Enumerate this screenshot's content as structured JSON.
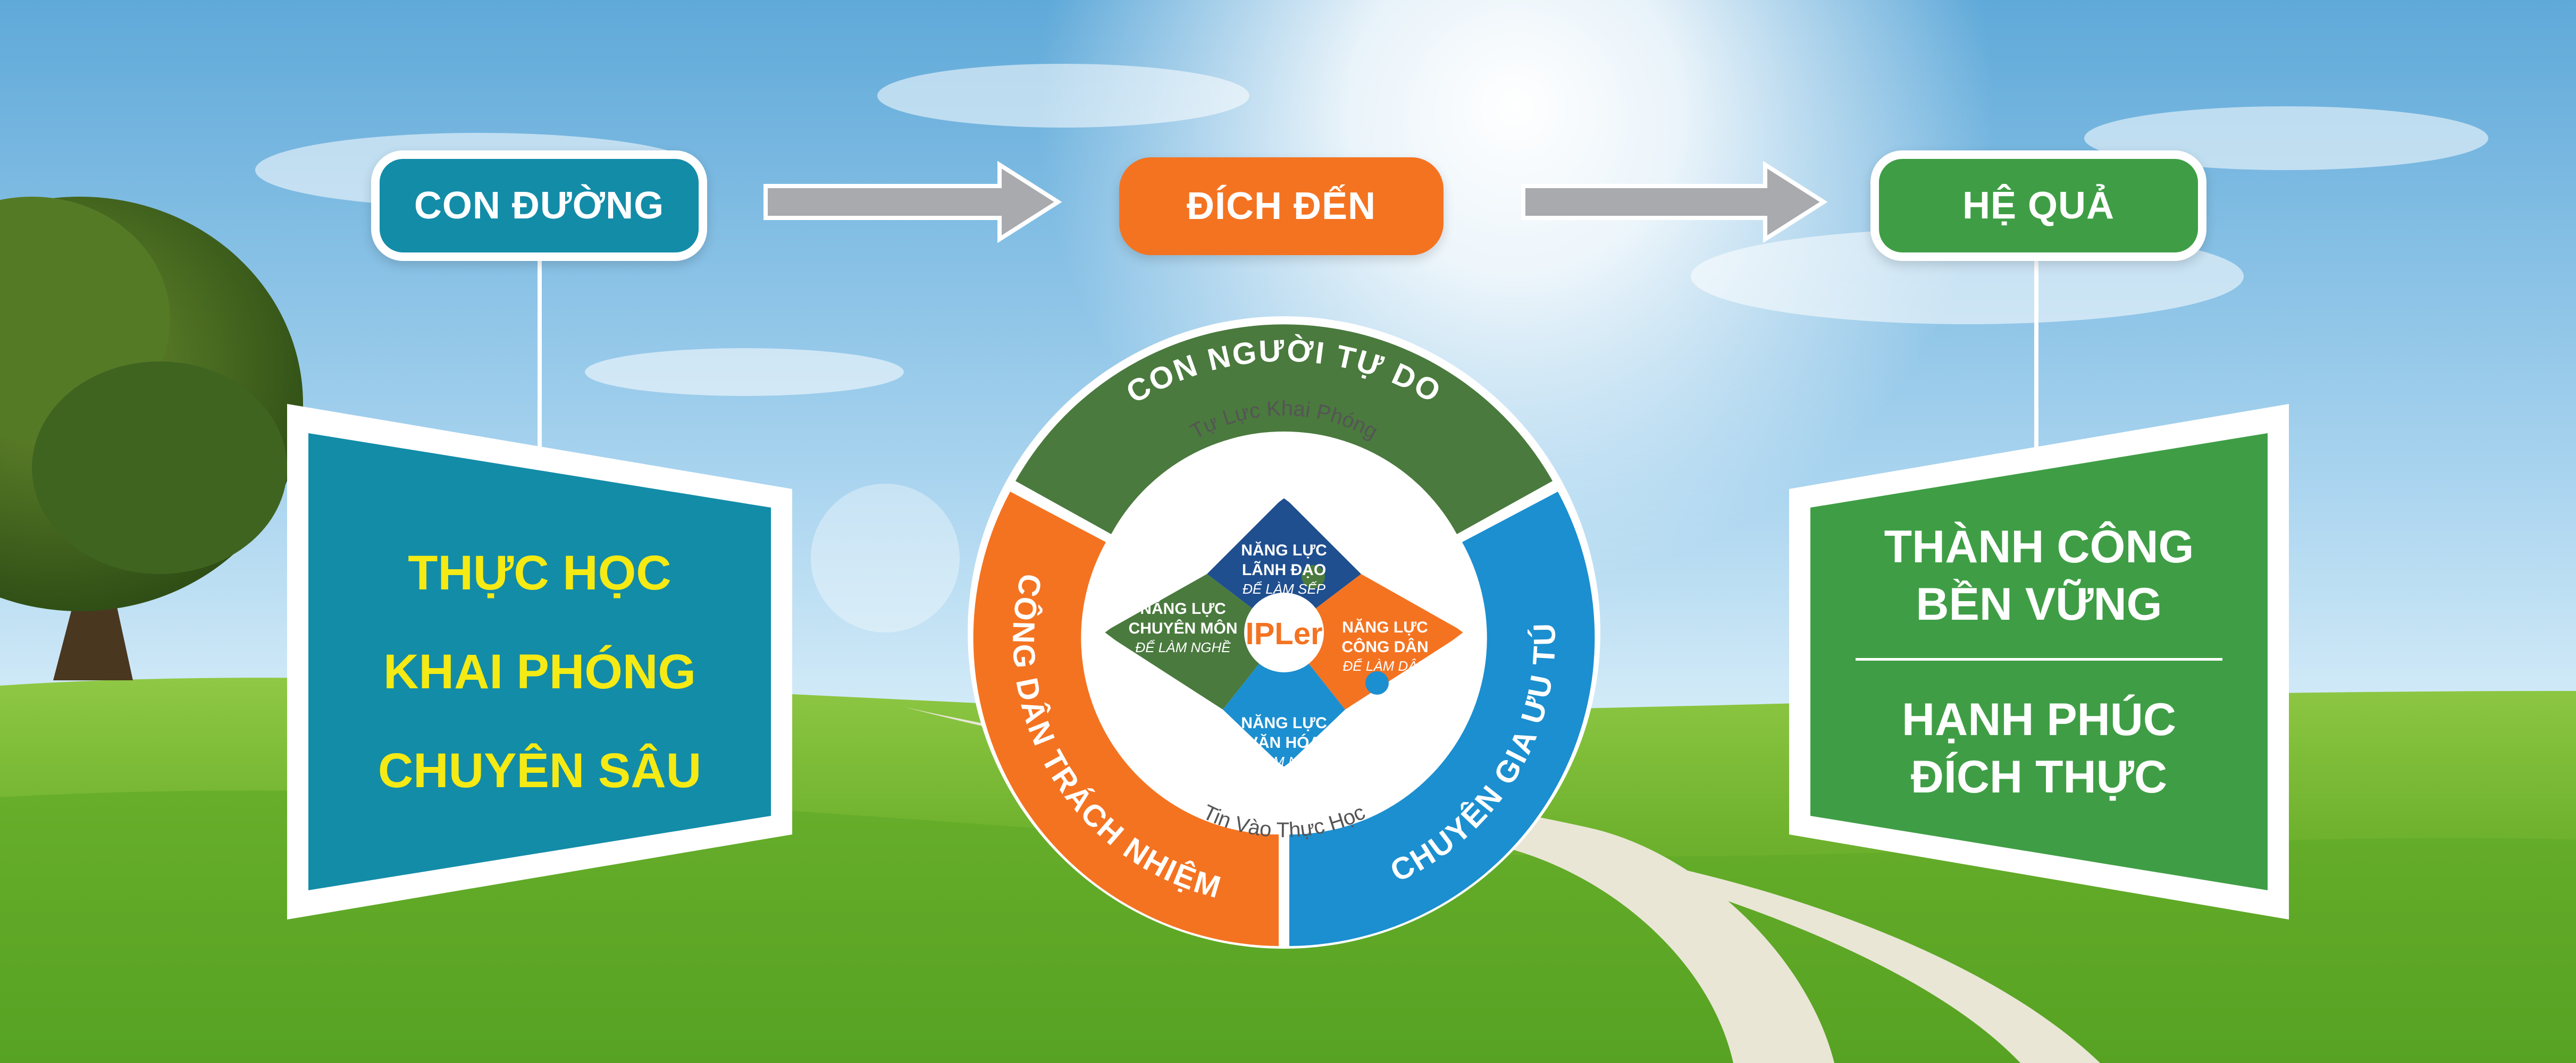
{
  "colors": {
    "teal": "#138ca8",
    "orange": "#f47321",
    "green": "#3f9e45",
    "dark_green": "#4a7a3e",
    "blue": "#1b8fd0",
    "navy": "#1f4f8f",
    "yellow": "#f5ea14",
    "gray_arrow": "#a8aaad"
  },
  "headers": {
    "path": "CON ĐƯỜNG",
    "destination": "ĐÍCH ĐẾN",
    "consequence": "HỆ QUẢ"
  },
  "left_panel": {
    "lines": [
      "THỰC HỌC",
      "KHAI PHÓNG",
      "CHUYÊN SÂU"
    ]
  },
  "right_panel": {
    "top_lines": [
      "THÀNH CÔNG",
      "BỀN VỮNG"
    ],
    "bottom_lines": [
      "HẠNH PHÚC",
      "ĐÍCH THỰC"
    ]
  },
  "wheel": {
    "top_arc": "CON NGƯỜI TỰ DO",
    "left_arc": "CÔNG DÂN TRÁCH NHIỆM",
    "right_arc": "CHUYÊN GIA ƯU TÚ",
    "inner_top": "Tự Lực Khai Phóng",
    "inner_bottom": "Tin Vào Thực Học",
    "center": "IPLer",
    "pieces": {
      "top": {
        "lines": [
          "NĂNG LỰC",
          "LÃNH ĐẠO"
        ],
        "sub": "ĐỂ LÀM SẾP"
      },
      "left": {
        "lines": [
          "NĂNG LỰC",
          "CHUYÊN MÔN"
        ],
        "sub": "ĐỂ LÀM NGHỀ"
      },
      "right": {
        "lines": [
          "NĂNG LỰC",
          "CÔNG DÂN"
        ],
        "sub": "ĐỂ LÀM DÂN"
      },
      "bottom": {
        "lines": [
          "NĂNG LỰC",
          "VĂN HÓA"
        ],
        "sub": "ĐỂ LÀM NGƯỜI"
      }
    }
  }
}
